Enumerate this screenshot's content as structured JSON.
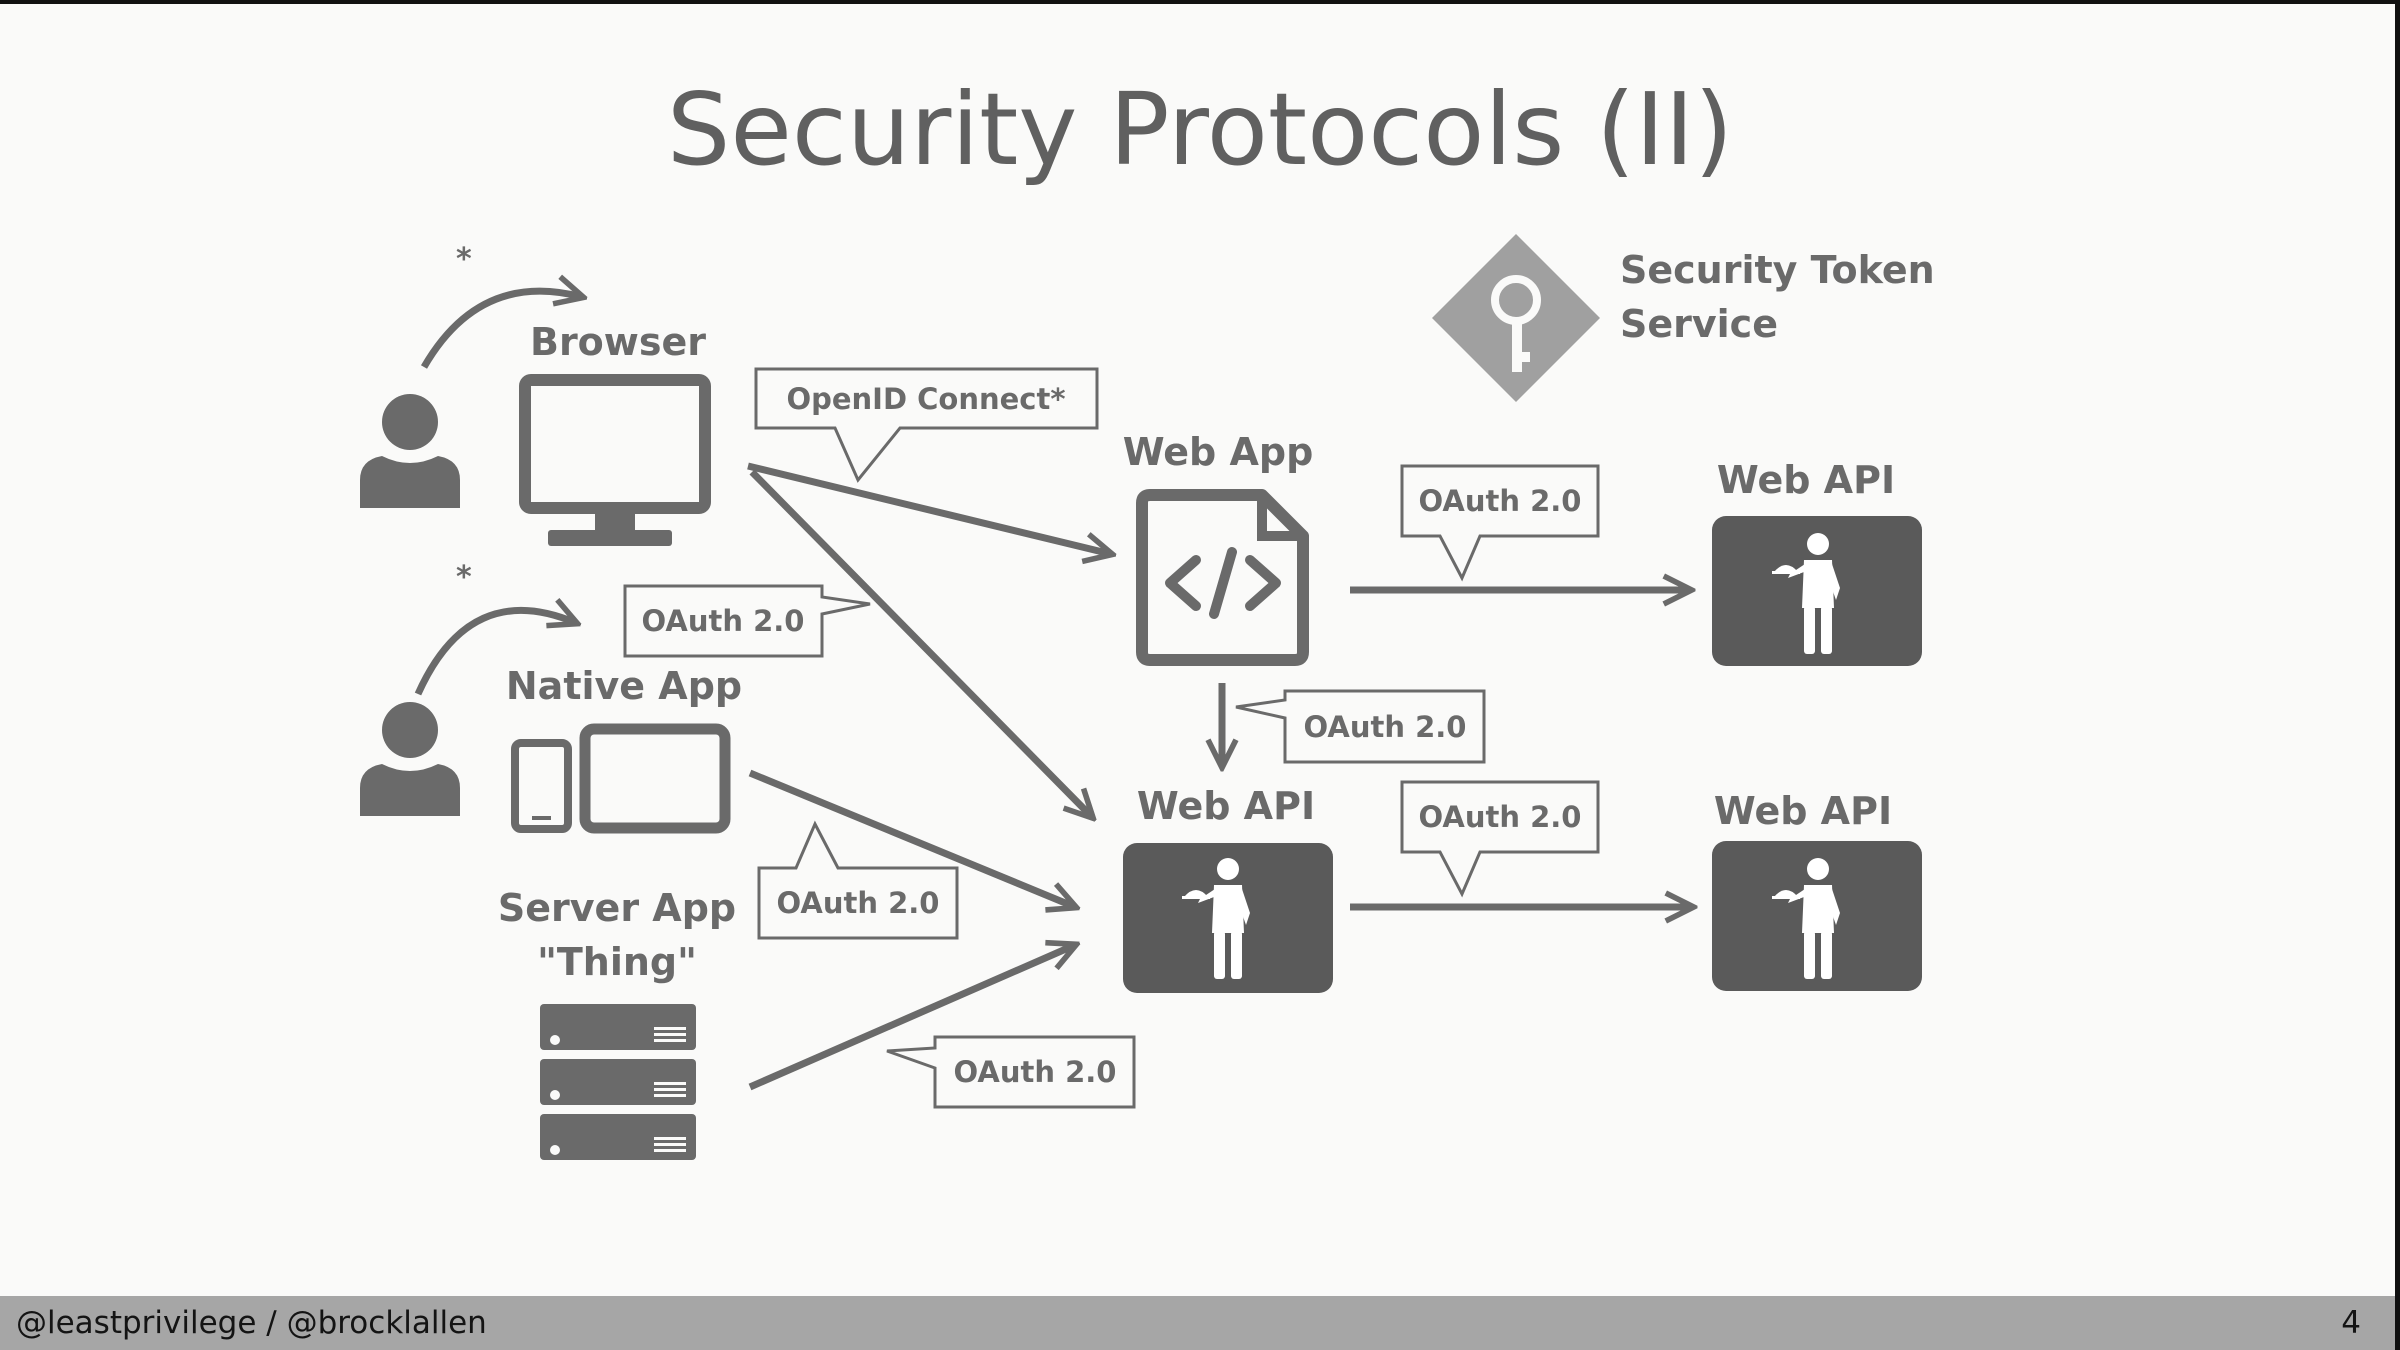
{
  "title": "Security Protocols (II)",
  "labels": {
    "asterisk": "*",
    "browser": "Browser",
    "native_app": "Native App",
    "server_app": "Server App",
    "thing": "\"Thing\"",
    "web_app": "Web App",
    "web_api": "Web API",
    "sts_line1": "Security Token",
    "sts_line2": "Service"
  },
  "callouts": {
    "openid": "OpenID Connect*",
    "oauth": "OAuth 2.0"
  },
  "icons": {
    "user": "person-icon",
    "browser": "monitor-icon",
    "native_app": "mobile-devices-icon",
    "server_app": "server-rack-icon",
    "web_app": "code-document-icon",
    "web_api": "butler-icon",
    "sts": "key-diamond-icon"
  },
  "colors": {
    "background": "#fafaf9",
    "foreground": "#6a6a6a",
    "api_box": "#5a5a5a",
    "sts_diamond": "#a0a0a0",
    "footer": "#a6a6a6"
  },
  "footer": {
    "handles": "@leastprivilege / @brocklallen",
    "page_number": "4"
  }
}
